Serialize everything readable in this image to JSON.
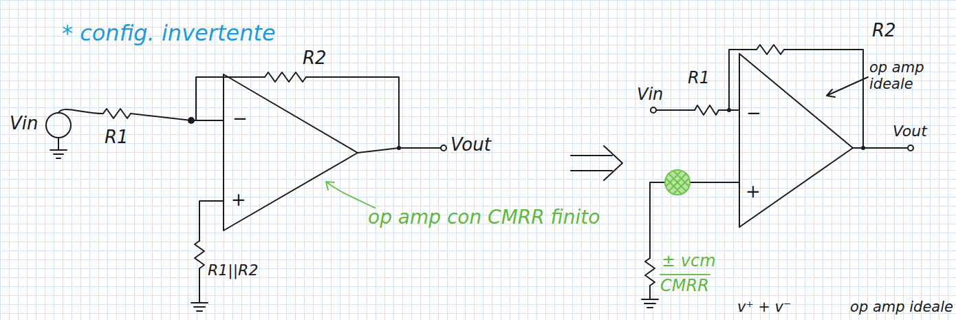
{
  "diagram": {
    "labels": [
      "* config. invertente",
      "R2",
      "R1",
      "Vin",
      "−",
      "+",
      "Vout",
      "R1||R2",
      "op amp con CMRR finito",
      "R2",
      "R1",
      "Vin",
      "−",
      "+",
      "op amp ideale",
      "Vout",
      "± vcm",
      "CMRR",
      "v⁺ + v⁻",
      "op amp ideale"
    ]
  }
}
